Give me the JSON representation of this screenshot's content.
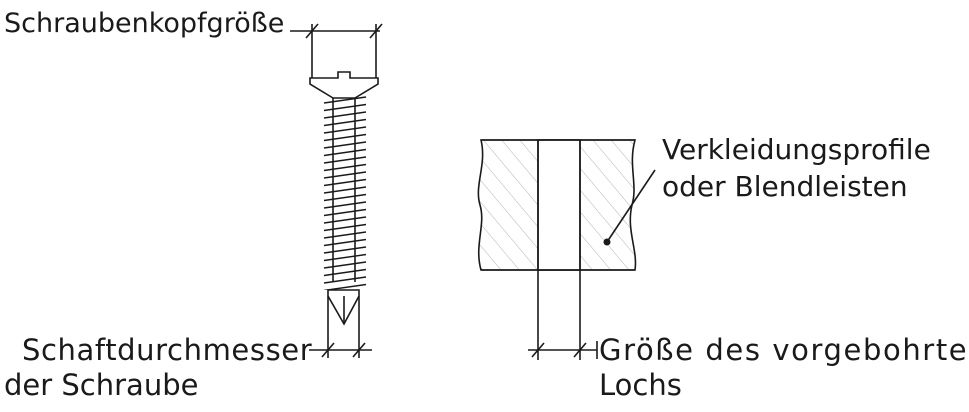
{
  "labels": {
    "screw_head_size": "Schraubenkopfgröße",
    "shank_diameter_line1": "Schaftdurchmesser",
    "shank_diameter_line2": "der Schraube",
    "trim_line1": "Verkleidungsprofile",
    "trim_line2": "oder Blendleisten",
    "pilot_hole_line1": "Größe des vorgebohrten",
    "pilot_hole_line2": "Lochs"
  },
  "colors": {
    "stroke": "#1a1a1a",
    "hatch": "#b3b3b3",
    "background": "#ffffff"
  }
}
